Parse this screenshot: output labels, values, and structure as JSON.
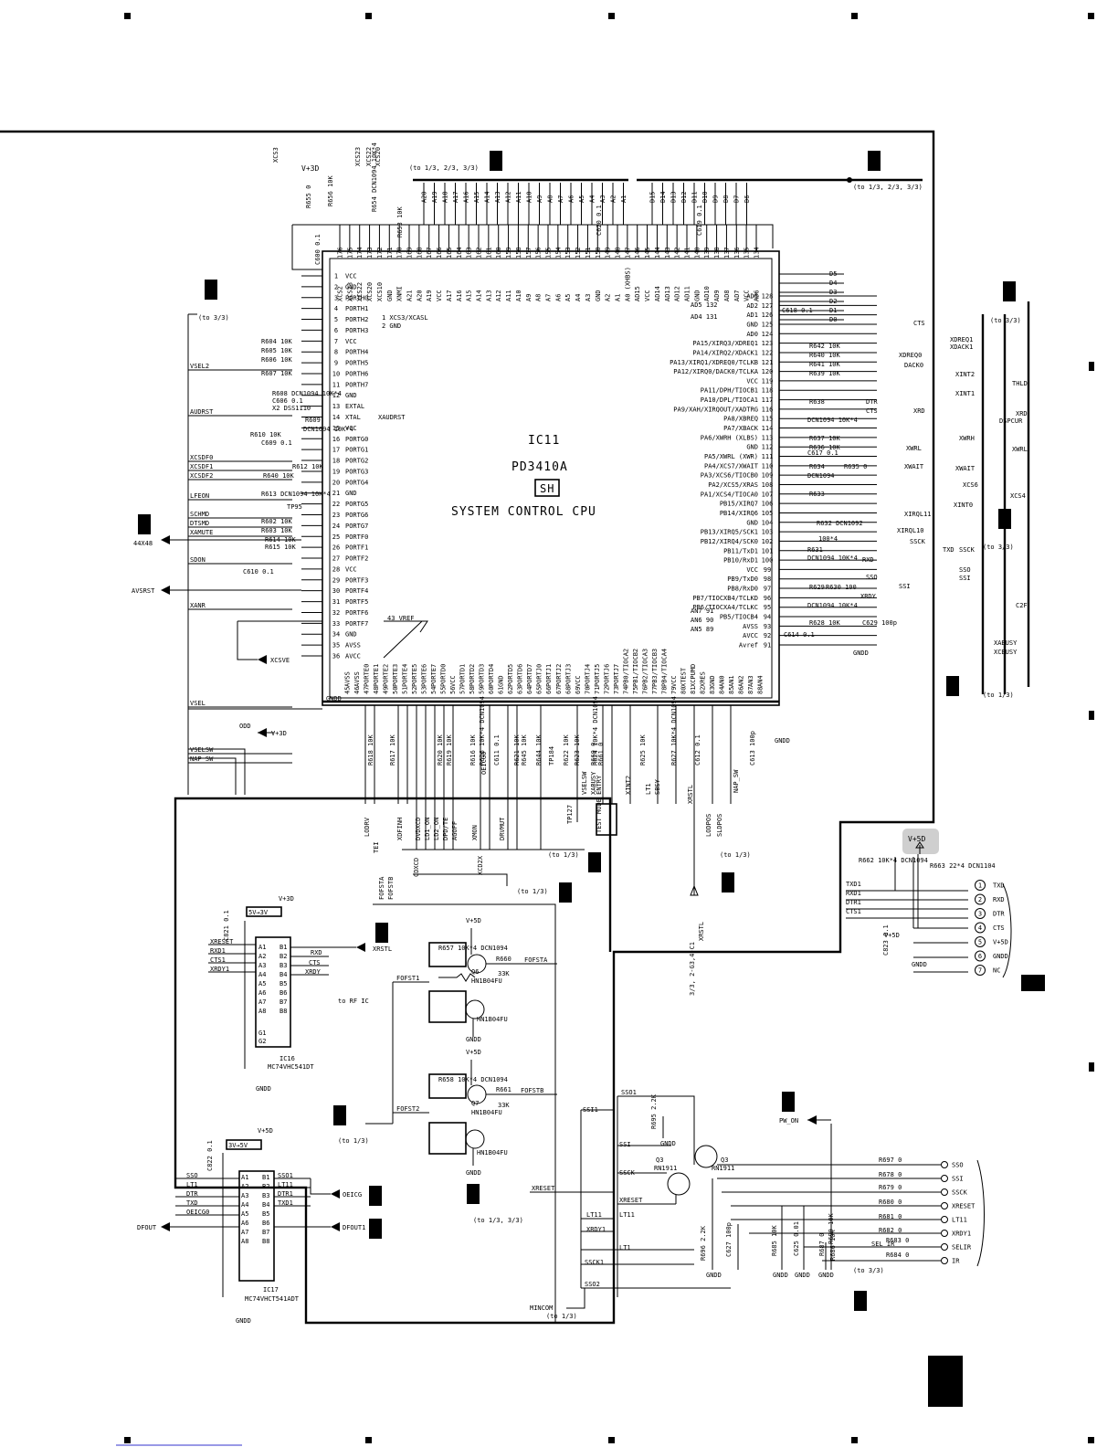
{
  "ic11": {
    "ref": "IC11",
    "part": "PD3410A",
    "code": "SH",
    "desc": "SYSTEM CONTROL CPU"
  },
  "ic16": {
    "ref": "IC16",
    "part": "MC74VHC541DT"
  },
  "ic17": {
    "ref": "IC17",
    "part": "MC74VHCT541ADT"
  },
  "transistors": {
    "q6": "HN1B04FU",
    "q6b": "HN1B04FU",
    "q7": "HN1B04FU",
    "q7b": "HN1B04FU",
    "q3a": "RN1911",
    "q3b": "RN1911",
    "q6_label": "Q6",
    "q7_label": "Q7",
    "q3_label": "Q3"
  },
  "notes": {
    "to13": "(to 1/3)",
    "to33": "(to 3/3)",
    "to123": "(to 1/3, 2/3, 3/3)",
    "to133": "(to 1/3, 3/3)",
    "to_rf": "to RF IC",
    "vref": "43 VREF",
    "level1": "5V→3V",
    "level2": "3V→5V",
    "mincom": "MINCOM",
    "pw_on": "PW_ON",
    "xcs_asl": "1 XCS3/XCASL",
    "gnd2": "2 GND",
    "xrstl_vert": "XRSTL",
    "ref_vert": "3/3, 2-G3,4-C1"
  },
  "rails": {
    "v33": "V+3D",
    "v5": "V+5D",
    "gnd": "GNDD"
  },
  "connector": {
    "pins": [
      "TXD",
      "RXD",
      "DTR",
      "CTS",
      "V+5D",
      "GNDD",
      "NC"
    ],
    "nums": [
      "1",
      "2",
      "3",
      "4",
      "5",
      "6",
      "7"
    ],
    "inputs": [
      "TXD1",
      "RXD1",
      "DTR1",
      "CTS1"
    ],
    "highlight": "V+5D",
    "r_left": "R662 10K*4 DCN1094",
    "r_right": "R663 22*4 DCN1104",
    "cap": "C823 0.1"
  },
  "left_nets": [
    "VSEL2",
    "AUDRST",
    "XCSDF0",
    "XCSDF1",
    "XCSDF2",
    "LFEON",
    "SCHMD",
    "DTSMD",
    "XAMUTE",
    "SDON",
    "XANR",
    "VSEL",
    "VSELSW",
    "NAP_SW"
  ],
  "left_ports": [
    "44X48",
    "AVSRST",
    "XCSVE",
    "V+3D"
  ],
  "left_res": [
    "R604 10K",
    "R605 10K",
    "R606 10K",
    "R607 10K",
    "R608 DCN1094 10K*4",
    "C606 0.1",
    "X2 DSS1110",
    "R609",
    "DCN1094 10K*4",
    "R610 10K",
    "C609 0.1",
    "R612 10K",
    "R640 10K",
    "R613 DCN1094 10K*4",
    "TP95",
    "R602 10K",
    "R603 10K",
    "R614 10K",
    "R615 10K",
    "C610 0.1"
  ],
  "left_pins": [
    "VCC",
    "GND",
    "PORTH0",
    "PORTH1",
    "PORTH2",
    "PORTH3",
    "VCC",
    "PORTH4",
    "PORTH5",
    "PORTH6",
    "PORTH7",
    "GND",
    "EXTAL",
    "XTAL",
    "VCC",
    "PORTG0",
    "PORTG1",
    "PORTG2",
    "PORTG3",
    "PORTG4",
    "GND",
    "PORTG5",
    "PORTG6",
    "PORTG7",
    "PORTF0",
    "PORTF1",
    "PORTF2",
    "VCC",
    "PORTF3",
    "PORTF4",
    "PORTF5",
    "PORTF6",
    "PORTF7",
    "GND",
    "AVSS",
    "AVCC"
  ],
  "left_pin_extra": {
    "xaudrst": "XAUDRST"
  },
  "top_pins": [
    "XCS2",
    "XCS23",
    "XCS22",
    "XCS20",
    "XCS10",
    "GND",
    "XNMI",
    "A21",
    "A20",
    "A19",
    "VCC",
    "A17",
    "A16",
    "A15",
    "A14",
    "A13",
    "A12",
    "A11",
    "A10",
    "A9",
    "A8",
    "A7",
    "A6",
    "A5",
    "A4",
    "A3",
    "GND",
    "A2",
    "A1",
    "A0 (XHBS)",
    "AD15",
    "VCC",
    "AD14",
    "AD13",
    "AD12",
    "AD11",
    "GND",
    "AD10",
    "AD9",
    "AD8",
    "AD7",
    "VCC",
    "AD6"
  ],
  "top_buses": [
    "A20",
    "A19",
    "A18",
    "A17",
    "A16",
    "A15",
    "A14",
    "A13",
    "A12",
    "A11",
    "A10",
    "A9",
    "A8",
    "A7",
    "A6",
    "A5",
    "A4",
    "A3",
    "A2",
    "A1",
    "D15",
    "D14",
    "D13",
    "D12",
    "D11",
    "D10",
    "D9",
    "D8",
    "D7",
    "D6"
  ],
  "top_res": [
    "R655 0",
    "R656 10K",
    "R654 DCN1094 10K*4",
    "R653 10K",
    "C600 0.1",
    "C620 0.1",
    "C619 0.1",
    "XCS3",
    "XCS23",
    "XCS22",
    "XCS20"
  ],
  "right_pins": [
    "AD5",
    "AD2",
    "AD1",
    "GND",
    "AD0",
    "PA15/XIRQ3/XDREQ1",
    "PA14/XIRQ2/XDACK1",
    "PA13/XIRQ1/XDREQ0/TCLKB",
    "PA12/XIRQ0/DACK0/TCLKA",
    "VCC",
    "PA11/DPH/TIOCB1",
    "PA10/DPL/TIOCA1",
    "PA9/XAH/XIRQOUT/XADTRG",
    "PA8/XBREQ",
    "PA7/XBACK",
    "PA6/XWRH (XLBS)",
    "GND",
    "PA5/XWRL (XWR)",
    "PA4/XCS7/XWAIT",
    "PA3/XCS6/TIOCB0",
    "PA2/XCS5/XRAS",
    "PA1/XCS4/TIOCA0",
    "PB15/XIRQ7",
    "PB14/XIRQ6",
    "GND",
    "PB13/XIRQ5/SCK1",
    "PB12/XIRQ4/SCK0",
    "PB11/TxD1",
    "PB10/RxD1",
    "VCC",
    "PB9/TxD0",
    "PB8/RxD0",
    "PB7/TIOCXB4/TCLKD",
    "PB6/TIOCXA4/TCLKC",
    "PB5/TIOCB4",
    "AVSS",
    "AVCC",
    "Avref"
  ],
  "right_an": [
    "AD5 132",
    "AD4 131",
    "AN7 91",
    "AN6 90",
    "AN5 89"
  ],
  "right_res": [
    "C618 0.1",
    "R642 10K",
    "R640 10K",
    "R641 10K",
    "R639 10K",
    "R638",
    "DCN1094 10K*4",
    "R637 10K",
    "R636 10K",
    "C617 0.1",
    "R634",
    "R635 0",
    "DCN1094",
    "R633",
    "R632 DCN1092",
    "100*4",
    "R631",
    "DCN1094 10K*4",
    "R629",
    "R630 100",
    "R628 10K",
    "DCN1094 10K*4",
    "C629 100p",
    "C614 0.1"
  ],
  "right_nets": [
    "D5",
    "D4",
    "D3",
    "D2",
    "D1",
    "D0",
    "CTS",
    "XDREQ1",
    "XDACK1",
    "XDREQ0",
    "DACK0",
    "XINT2",
    "THLD",
    "XINT1",
    "DTR",
    "CTS",
    "XRD",
    "XRD",
    "DSPCUR",
    "XWRH",
    "XWRL",
    "XWRL",
    "XWAIT",
    "XWAIT",
    "XCS6",
    "XCS4",
    "XINT0",
    "XIRQL11",
    "XIRQL10",
    "SSCK",
    "SSCK",
    "TXD",
    "RXD",
    "SSO",
    "SSO",
    "SSI",
    "SSI",
    "XRDY",
    "C2F",
    "XABUSY",
    "XCBUSY"
  ],
  "bottom_pins": [
    "AVSS",
    "AVSS",
    "PORTE0",
    "PORTE1",
    "PORTE2",
    "PORTE3",
    "PORTE4",
    "PORTE5",
    "PORTE6",
    "PORTE7",
    "PORTD0",
    "VCC",
    "PORTD1",
    "PORTD2",
    "PORTD3",
    "PORTD4",
    "GND",
    "PORTD5",
    "PORTD6",
    "PORTD7",
    "PORTJ0",
    "PORTJ1",
    "PORTJ2",
    "PORTJ3",
    "VCC",
    "PORTJ4",
    "PORTJ5",
    "PORTJ6",
    "PORTJ7",
    "PB0/TIOCA2",
    "PB1/TIOCB2",
    "PB2/TIOCA3",
    "PB3/TIOCB3",
    "PB4/TIOCA4",
    "VCC",
    "XTEST",
    "XCPUMD",
    "XRES",
    "GND",
    "AN0",
    "AN1",
    "AN2",
    "AN3",
    "AN4"
  ],
  "bottom_res": [
    "R618 10K",
    "R617 10K",
    "R620 10K",
    "R619 10K",
    "R616 10K",
    "R626 10K*4 DCN1094",
    "C611 0.1",
    "R621 10K",
    "R645 10K",
    "R644 10K",
    "R622 10K",
    "R623 10K",
    "R624 10K*4 DCN1094",
    "R625 10K",
    "R627 10K*4 DCN1094",
    "C612 0.1",
    "C613 100p",
    "TP184",
    "R660 0",
    "R661 0"
  ],
  "bottom_nets": [
    "LODRV",
    "TEI",
    "XDFINH",
    "DVDXCD",
    "LD1_ON",
    "LD2_ON",
    "DPD/TE",
    "AGOFF",
    "XMON",
    "DRVMUT",
    "OEICG0",
    "TP127",
    "VSELSW",
    "XABUSY",
    "XINT2",
    "LT1",
    "SBSY",
    "XRSTL",
    "LODPOS",
    "SLDPOS",
    "NAP_SW",
    "CDXCD",
    "XCD2X",
    "FOFSTA",
    "FOFSTB",
    "TEST MODE ENTRY"
  ],
  "ic16_nets": [
    "XRESET",
    "RXD1",
    "CTS1",
    "XRDY1",
    "RXD",
    "CTS",
    "XRDY",
    "XRSTL",
    "C821 0.1"
  ],
  "ic16_pins": [
    "A1",
    "A2",
    "A3",
    "A4",
    "A5",
    "A6",
    "A7",
    "A8",
    "G1",
    "G2",
    "B1",
    "B2",
    "B3",
    "B4",
    "B5",
    "B6",
    "B7",
    "B8"
  ],
  "ic17_nets": [
    "SSO",
    "LT1",
    "DTR",
    "TXD",
    "OEICG0",
    "DFOUT",
    "SSO1",
    "LT11",
    "DTR1",
    "TXD1",
    "OEICG",
    "DFOUT1",
    "C822 0.1"
  ],
  "mid_nets": [
    "FOFST1",
    "FOFSTA",
    "FOFST2",
    "FOFSTB",
    "R657 10K*4 DCN1094",
    "R658 10K*4 DCN1094",
    "R660",
    "R661",
    "33K",
    "33K"
  ],
  "br_nets": [
    "SSO1",
    "SSI1",
    "SSI",
    "SSCK",
    "XRESET",
    "XRESET",
    "LT11",
    "LT11",
    "XRDY1",
    "LT1",
    "SSCK1",
    "SSO2",
    "SEL IR"
  ],
  "br_res": [
    "R695 2.2K",
    "R696 2.2K",
    "R697 0",
    "R678 0",
    "R679 0",
    "R680 0",
    "R681 0",
    "R682 0",
    "R683 0",
    "R684 0",
    "R685 10K",
    "R686 10K",
    "R687 0",
    "C627 100p",
    "C625 0.01",
    "R699 10K"
  ],
  "br_outputs": [
    "SSO",
    "SSI",
    "SSCK",
    "XRESET",
    "LT11",
    "XRDY1",
    "SELIR",
    "IR"
  ]
}
